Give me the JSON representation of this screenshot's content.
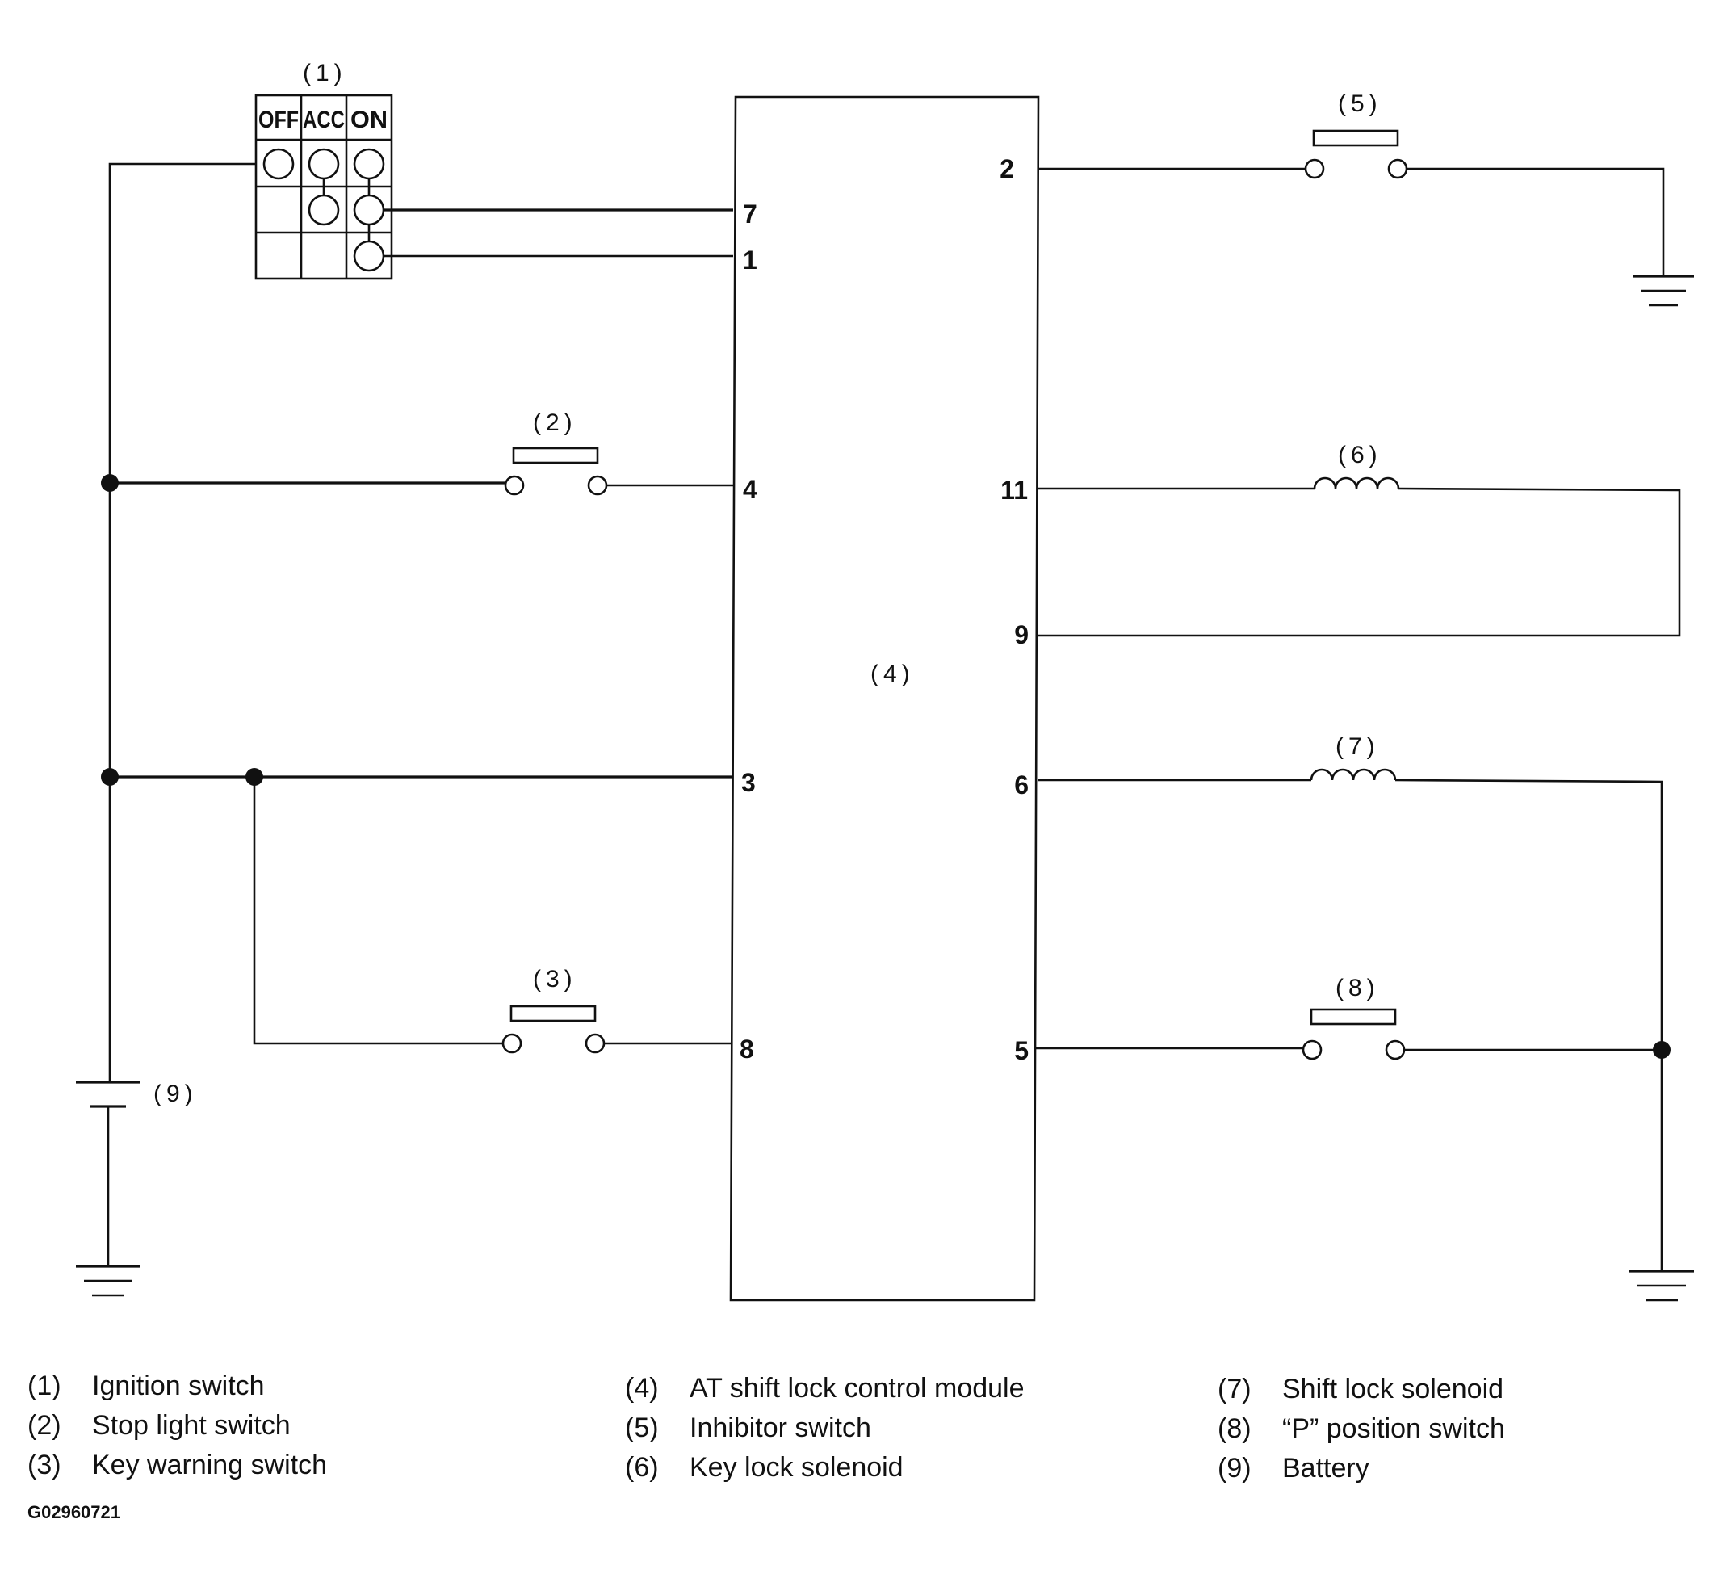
{
  "components": {
    "c1": "(1)",
    "c2": "(2)",
    "c3": "(3)",
    "c4": "(4)",
    "c5": "(5)",
    "c6": "(6)",
    "c7": "(7)",
    "c8": "(8)",
    "c9": "(9)"
  },
  "ignition": {
    "off": "OFF",
    "acc": "ACC",
    "on": "ON"
  },
  "module_pins": {
    "p7": "7",
    "p1": "1",
    "p4": "4",
    "p3": "3",
    "p8": "8",
    "p2": "2",
    "p11": "11",
    "p9": "9",
    "p6": "6",
    "p5": "5"
  },
  "legend": [
    {
      "num": "(1)",
      "label": "Ignition switch"
    },
    {
      "num": "(2)",
      "label": "Stop light switch"
    },
    {
      "num": "(3)",
      "label": "Key warning switch"
    },
    {
      "num": "(4)",
      "label": "AT shift lock control module"
    },
    {
      "num": "(5)",
      "label": "Inhibitor switch"
    },
    {
      "num": "(6)",
      "label": "Key lock solenoid"
    },
    {
      "num": "(7)",
      "label": "Shift lock solenoid"
    },
    {
      "num": "(8)",
      "label": "“P” position switch"
    },
    {
      "num": "(9)",
      "label": "Battery"
    }
  ],
  "figure_code": "G02960721"
}
